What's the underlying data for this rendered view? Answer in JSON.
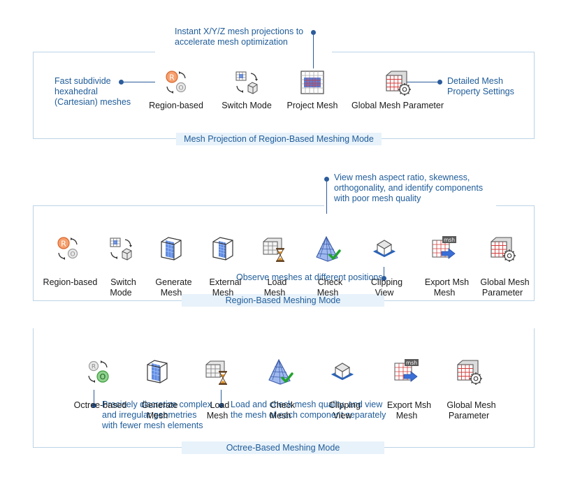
{
  "sections": [
    {
      "label": "Mesh Projection of Region-Based Meshing Mode",
      "tools": [
        {
          "label": "Region-based"
        },
        {
          "label": "Switch Mode"
        },
        {
          "label": "Project Mesh"
        },
        {
          "label": "Global Mesh Parameter"
        }
      ]
    },
    {
      "label": "Region-Based Meshing Mode",
      "tools": [
        {
          "label": "Region-based"
        },
        {
          "label": "Switch\nMode"
        },
        {
          "label": "Generate\nMesh"
        },
        {
          "label": "External\nMesh"
        },
        {
          "label": "Load\nMesh"
        },
        {
          "label": "Check\nMesh"
        },
        {
          "label": "Clipping\nView"
        },
        {
          "label": "Export Msh\nMesh"
        },
        {
          "label": "Global Mesh\nParameter"
        }
      ]
    },
    {
      "label": "Octree-Based Meshing Mode",
      "tools": [
        {
          "label": "Octree-based"
        },
        {
          "label": "Generate\nMesh"
        },
        {
          "label": "Load\nMesh"
        },
        {
          "label": "Check\nMesh"
        },
        {
          "label": "Clipping\nView"
        },
        {
          "label": "Export Msh\nMesh"
        },
        {
          "label": "Global Mesh\nParameter"
        }
      ]
    }
  ],
  "annotations": {
    "projection": "Instant X/Y/Z mesh projections to\naccelerate mesh optimization",
    "subdivide": "Fast subdivide\nhexahedral\n(Cartesian) meshes",
    "property": "Detailed Mesh\nProperty Settings",
    "aspect": "View mesh aspect ratio, skewness,\northogonality, and identify components\nwith poor mesh quality",
    "positions": "Observe meshes at different positions",
    "discretize": "Precisely discretize complex\nand irregular geometries\nwith fewer mesh elements",
    "loadcheck": "Load and check mesh quality, and view\nthe mesh of each component separately"
  },
  "icon_text": {
    "region_r": "R",
    "region_o": "O",
    "msh": "msh"
  },
  "colors": {
    "accent": "#2b5c9b",
    "frame": "#bcd3e6",
    "label_bg": "#e8f2fa",
    "region_orange": "#f08a4b",
    "octree_green": "#4caf50",
    "mesh_blue": "#3a6fd8",
    "grid_red": "#d23c3c"
  }
}
